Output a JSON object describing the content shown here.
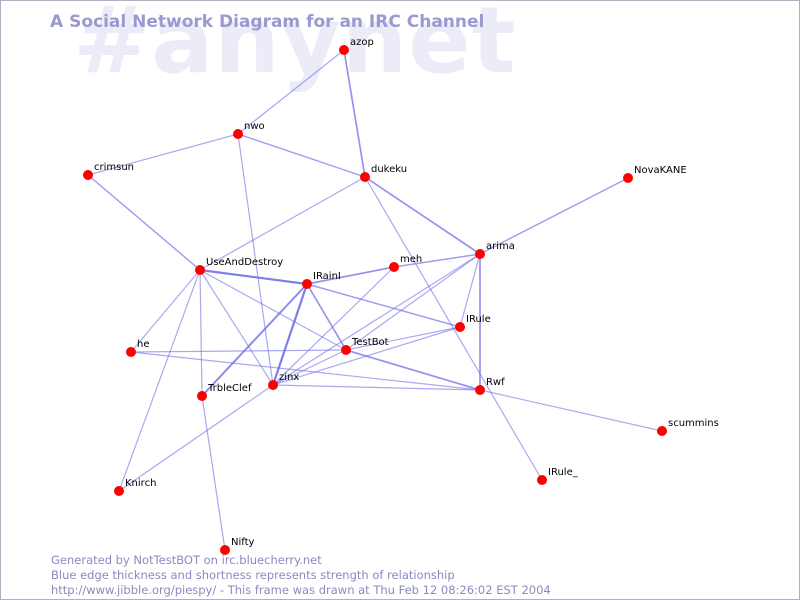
{
  "watermark_text": "#anynet",
  "title": "A Social Network Diagram for an IRC Channel",
  "footer": {
    "line1": "Generated by NotTestBOT on irc.bluecherry.net",
    "line2": "Blue edge thickness and shortness represents strength of relationship",
    "line3": "http://www.jibble.org/piespy/ - This frame was drawn at Thu Feb 12 08:26:02 EST 2004"
  },
  "colors": {
    "node": "#ff0000",
    "edge": "#7070e8",
    "title": "#9a9ad0",
    "footer": "#8a8ac0",
    "watermark": "#ececf9"
  },
  "network": {
    "nodes": [
      {
        "id": "azop",
        "label": "azop"
      },
      {
        "id": "nwo",
        "label": "nwo"
      },
      {
        "id": "crimsun",
        "label": "crimsun"
      },
      {
        "id": "dukeku",
        "label": "dukeku"
      },
      {
        "id": "NovaKANE",
        "label": "NovaKANE"
      },
      {
        "id": "arima",
        "label": "arima"
      },
      {
        "id": "UseAndDestroy",
        "label": "UseAndDestroy"
      },
      {
        "id": "IRainI",
        "label": "IRainI"
      },
      {
        "id": "meh",
        "label": "meh"
      },
      {
        "id": "IRule",
        "label": "IRule"
      },
      {
        "id": "he",
        "label": "he"
      },
      {
        "id": "TestBot",
        "label": "TestBot"
      },
      {
        "id": "zinx",
        "label": "zinx"
      },
      {
        "id": "TrbleClef",
        "label": "TrbleClef"
      },
      {
        "id": "Rwf",
        "label": "Rwf"
      },
      {
        "id": "scummins",
        "label": "scummins"
      },
      {
        "id": "Knirch",
        "label": "Knirch"
      },
      {
        "id": "IRule_",
        "label": "IRule_"
      },
      {
        "id": "Nifty",
        "label": "Nifty"
      }
    ],
    "edges": [
      {
        "source": "azop",
        "target": "nwo",
        "strength": 1
      },
      {
        "source": "azop",
        "target": "dukeku",
        "strength": 2
      },
      {
        "source": "nwo",
        "target": "crimsun",
        "strength": 1
      },
      {
        "source": "nwo",
        "target": "dukeku",
        "strength": 1.5
      },
      {
        "source": "nwo",
        "target": "zinx",
        "strength": 1
      },
      {
        "source": "crimsun",
        "target": "UseAndDestroy",
        "strength": 1.5
      },
      {
        "source": "dukeku",
        "target": "arima",
        "strength": 2
      },
      {
        "source": "dukeku",
        "target": "UseAndDestroy",
        "strength": 1
      },
      {
        "source": "dukeku",
        "target": "IRule_",
        "strength": 1
      },
      {
        "source": "NovaKANE",
        "target": "arima",
        "strength": 1.5
      },
      {
        "source": "arima",
        "target": "meh",
        "strength": 1.5
      },
      {
        "source": "arima",
        "target": "IRule",
        "strength": 1
      },
      {
        "source": "arima",
        "target": "Rwf",
        "strength": 2
      },
      {
        "source": "arima",
        "target": "TestBot",
        "strength": 1
      },
      {
        "source": "arima",
        "target": "zinx",
        "strength": 1
      },
      {
        "source": "UseAndDestroy",
        "target": "IRainI",
        "strength": 3
      },
      {
        "source": "UseAndDestroy",
        "target": "he",
        "strength": 1
      },
      {
        "source": "UseAndDestroy",
        "target": "TrbleClef",
        "strength": 1
      },
      {
        "source": "UseAndDestroy",
        "target": "zinx",
        "strength": 1
      },
      {
        "source": "UseAndDestroy",
        "target": "TestBot",
        "strength": 1
      },
      {
        "source": "UseAndDestroy",
        "target": "Knirch",
        "strength": 1
      },
      {
        "source": "IRainI",
        "target": "meh",
        "strength": 2
      },
      {
        "source": "IRainI",
        "target": "TestBot",
        "strength": 2
      },
      {
        "source": "IRainI",
        "target": "zinx",
        "strength": 3
      },
      {
        "source": "IRainI",
        "target": "TrbleClef",
        "strength": 2.5
      },
      {
        "source": "IRainI",
        "target": "IRule",
        "strength": 1.5
      },
      {
        "source": "meh",
        "target": "zinx",
        "strength": 1
      },
      {
        "source": "IRule",
        "target": "TestBot",
        "strength": 1
      },
      {
        "source": "IRule",
        "target": "zinx",
        "strength": 1
      },
      {
        "source": "TestBot",
        "target": "Rwf",
        "strength": 2
      },
      {
        "source": "TestBot",
        "target": "zinx",
        "strength": 1
      },
      {
        "source": "TestBot",
        "target": "he",
        "strength": 1
      },
      {
        "source": "he",
        "target": "Rwf",
        "strength": 1
      },
      {
        "source": "zinx",
        "target": "Rwf",
        "strength": 1
      },
      {
        "source": "zinx",
        "target": "Knirch",
        "strength": 1
      },
      {
        "source": "TrbleClef",
        "target": "Nifty",
        "strength": 1
      },
      {
        "source": "Rwf",
        "target": "scummins",
        "strength": 1
      }
    ]
  }
}
